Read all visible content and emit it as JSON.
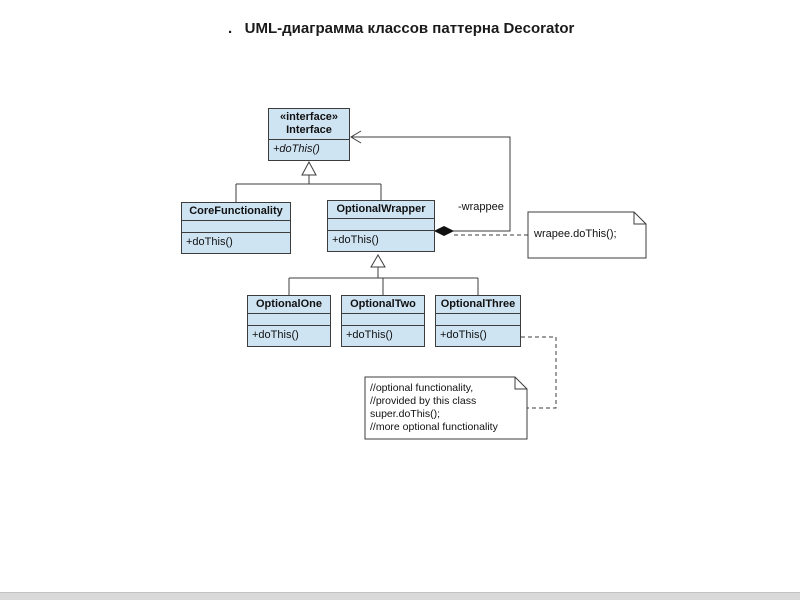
{
  "title": ".   UML-диаграмма классов паттерна Decorator",
  "colors": {
    "class_fill": "#cfe4f3",
    "line": "#3c3c3c",
    "note_fill": "#ffffff"
  },
  "classes": {
    "interface": {
      "stereotype": "«interface»",
      "name": "Interface",
      "method": "+doThis()"
    },
    "core": {
      "name": "CoreFunctionality",
      "method": "+doThis()"
    },
    "wrapper": {
      "name": "OptionalWrapper",
      "method": "+doThis()"
    },
    "opt1": {
      "name": "OptionalOne",
      "method": "+doThis()"
    },
    "opt2": {
      "name": "OptionalTwo",
      "method": "+doThis()"
    },
    "opt3": {
      "name": "OptionalThree",
      "method": "+doThis()"
    }
  },
  "labels": {
    "wrappee": "-wrappee"
  },
  "notes": {
    "wrappee_note": "wrapee.doThis();",
    "optional_note_lines": [
      "//optional functionality,",
      "//provided by this class",
      "super.doThis();",
      "//more optional functionality"
    ]
  }
}
